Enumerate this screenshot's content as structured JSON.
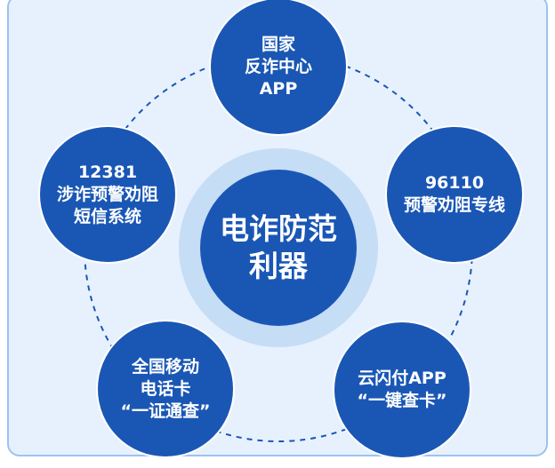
{
  "center": {
    "line1": "电诈防范",
    "line2": "利器"
  },
  "nodes": {
    "top": {
      "lines": [
        "国家",
        "反诈中心",
        "APP"
      ]
    },
    "right": {
      "lines": [
        "96110",
        "预警劝阻专线"
      ]
    },
    "bottom_right": {
      "lines": [
        "云闪付APP",
        "“一键查卡”"
      ]
    },
    "bottom_left": {
      "lines": [
        "全国移动",
        "电话卡",
        "“一证通查”"
      ]
    },
    "left": {
      "lines": [
        "12381",
        "涉诈预警劝阻",
        "短信系统"
      ]
    }
  },
  "colors": {
    "node_fill": "#1a57b5",
    "halo": "#c6ddf6",
    "panel": "#e7f1fd",
    "panel_border": "#9dc3ef",
    "dash": "#1a57b5"
  }
}
